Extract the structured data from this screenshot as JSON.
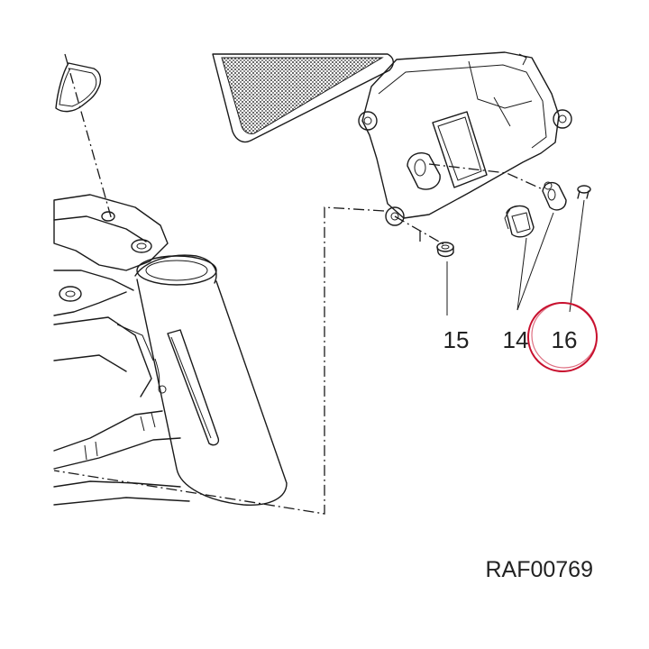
{
  "diagram": {
    "callouts": [
      {
        "id": "15",
        "label": "15"
      },
      {
        "id": "14",
        "label": "14"
      },
      {
        "id": "16",
        "label": "16"
      }
    ],
    "reference_code": "RAF00769",
    "highlight": {
      "target": "16",
      "color": "#c8102e"
    },
    "parts": [
      {
        "name": "frame-tube-icon"
      },
      {
        "name": "filter-grille-icon"
      },
      {
        "name": "cover-plate-icon"
      },
      {
        "name": "screw-icon"
      },
      {
        "name": "grommet-icon"
      },
      {
        "name": "seal-clip-icon"
      }
    ]
  }
}
